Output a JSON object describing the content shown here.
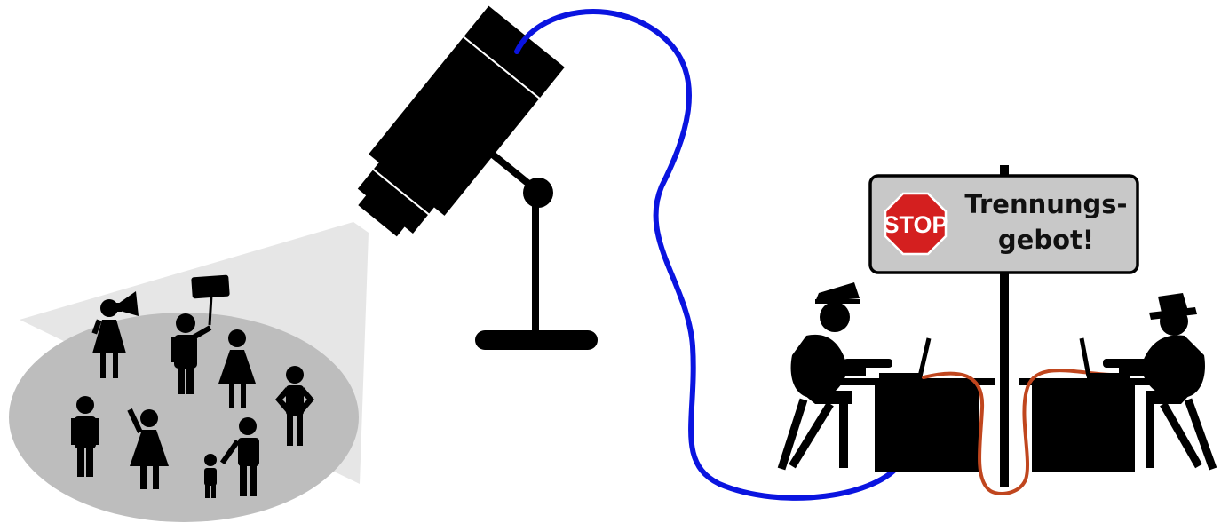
{
  "sign": {
    "stop_label": "STOP",
    "line1": "Trennungs-",
    "line2": "gebot!"
  },
  "colors": {
    "camera_cable": "#0a14e0",
    "separation_cable": "#c0461e",
    "stop_red": "#d41f1f",
    "crowd_area": "#bdbdbd",
    "light_cone": "#e6e6e6",
    "sign_panel": "#c8c8c8",
    "silhouette": "#000000"
  },
  "icons": [
    "surveillance-camera-icon",
    "crowd-icon",
    "megaphone-icon",
    "protest-sign-icon",
    "police-officer-icon",
    "spy-agent-icon",
    "laptop-icon",
    "stop-sign-icon"
  ]
}
